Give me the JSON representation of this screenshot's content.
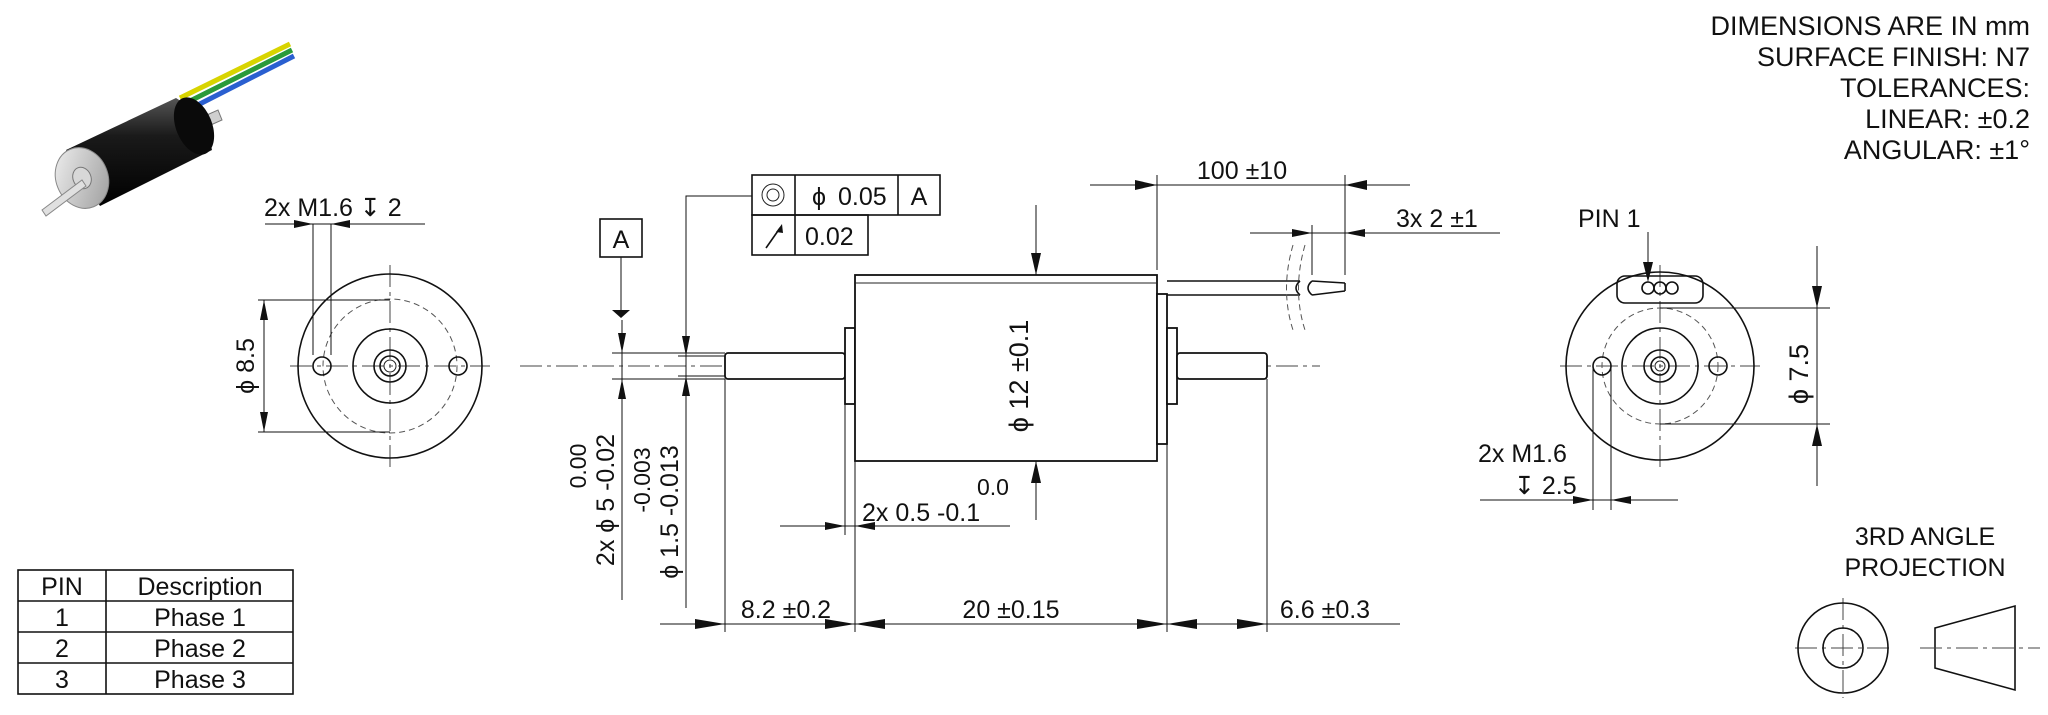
{
  "notes": {
    "line1": "DIMENSIONS ARE IN mm",
    "line2": "SURFACE FINISH: N7",
    "line3": "TOLERANCES:",
    "line4": "LINEAR: ±0.2",
    "line5": "ANGULAR: ±1°"
  },
  "front_view": {
    "thread_callout": "2x M1.6 ↧ 2",
    "bolt_circle": "ϕ 8.5"
  },
  "side_view": {
    "datum": "A",
    "fcf_row1": {
      "symbol": "concentricity",
      "dia": "ϕ",
      "tol": "0.05",
      "datum": "A"
    },
    "fcf_row2": {
      "symbol": "runout",
      "tol": "0.02"
    },
    "wire_length": "100 ±10",
    "wire_count": "3x 2 ±1",
    "body_dia": "ϕ 12 ±0.1",
    "shaft_dia_upper": "0.00",
    "shaft_dia_main": "2x ϕ 5 -0.02",
    "bore_dia_upper": "-0.003",
    "bore_dia_main": "ϕ 1.5 -0.013",
    "flange_upper": "0.0",
    "flange_main": "2x 0.5 -0.1",
    "len_left": "8.2 ±0.2",
    "len_body": "20 ±0.15",
    "len_right": "6.6 ±0.3"
  },
  "rear_view": {
    "pin_label": "PIN 1",
    "thread_callout_1": "2x M1.6",
    "thread_callout_2": "↧ 2.5",
    "bolt_circle": "ϕ 7.5"
  },
  "projection": {
    "line1": "3RD ANGLE",
    "line2": "PROJECTION"
  },
  "pin_table": {
    "headers": [
      "PIN",
      "Description"
    ],
    "rows": [
      [
        "1",
        "Phase 1"
      ],
      [
        "2",
        "Phase 2"
      ],
      [
        "3",
        "Phase 3"
      ]
    ]
  },
  "colors": {
    "line": "#111111",
    "wire_yellow": "#d8d400",
    "wire_green": "#2a9a3a",
    "wire_blue": "#2a5fd0",
    "motor_body": "#111111"
  }
}
